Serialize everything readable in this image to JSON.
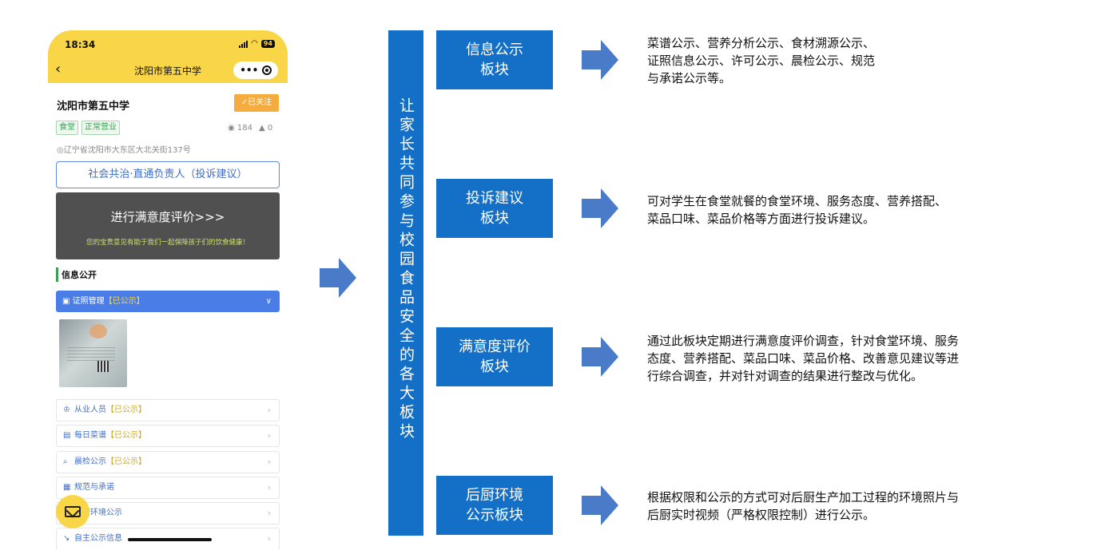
{
  "phone": {
    "status_time": "18:34",
    "battery": "94",
    "nav_title": "沈阳市第五中学",
    "school_name": "沈阳市第五中学",
    "follow_label": "✓已关注",
    "tags": [
      "食堂",
      "正常营业"
    ],
    "views": "184",
    "likes": "0",
    "address": "辽宁省沈阳市大东区大北关街137号",
    "complaint_button": "社会共治·直通负责人（投诉建议）",
    "eval_title": "进行满意度评价>>>",
    "eval_subtitle": "您的宝贵意见有助于我们一起保障孩子们的饮食健康！",
    "section_title": "信息公开",
    "accordion": {
      "label": "证照管理",
      "status": "【已公示】"
    },
    "list": [
      {
        "icon": "chef-hat-icon",
        "glyph": "♔",
        "label": "从业人员",
        "status": "【已公示】"
      },
      {
        "icon": "menu-icon",
        "glyph": "▤",
        "label": "每日菜谱",
        "status": "【已公示】"
      },
      {
        "icon": "inspection-icon",
        "glyph": "⌕",
        "label": "晨检公示",
        "status": "【已公示】"
      },
      {
        "icon": "document-icon",
        "glyph": "▦",
        "label": "规范与承诺",
        "status": ""
      },
      {
        "icon": "kitchen-icon",
        "glyph": "⌂",
        "label": "后厨环境公示",
        "status": ""
      },
      {
        "icon": "info-icon",
        "glyph": "↘",
        "label": "自主公示信息",
        "status": ""
      }
    ]
  },
  "diagram": {
    "vertical_title": "让家长共同参与校园食品安全的各大板块",
    "blocks": [
      {
        "title": "信息公示\n板块",
        "description": "菜谱公示、营养分析公示、食材溯源公示、\n证照信息公示、许可公示、晨检公示、规范\n与承诺公示等。"
      },
      {
        "title": "投诉建议\n板块",
        "description": "可对学生在食堂就餐的食堂环境、服务态度、营养搭配、\n菜品口味、菜品价格等方面进行投诉建议。"
      },
      {
        "title": "满意度评价\n板块",
        "description": "通过此板块定期进行满意度评价调查，针对食堂环境、服务\n态度、营养搭配、菜品口味、菜品价格、改善意见建议等进\n行综合调查，并对针对调查的结果进行整改与优化。"
      },
      {
        "title": "后厨环境\n公示板块",
        "description": "根据权限和公示的方式可对后厨生产加工过程的环境照片与\n后厨实时视频（严格权限控制）进行公示。"
      }
    ]
  },
  "colors": {
    "brand_blue": "#1370c6",
    "arrow_blue": "#4a7bc9",
    "header_yellow": "#f8d648",
    "accent_green": "#3a9f55"
  }
}
